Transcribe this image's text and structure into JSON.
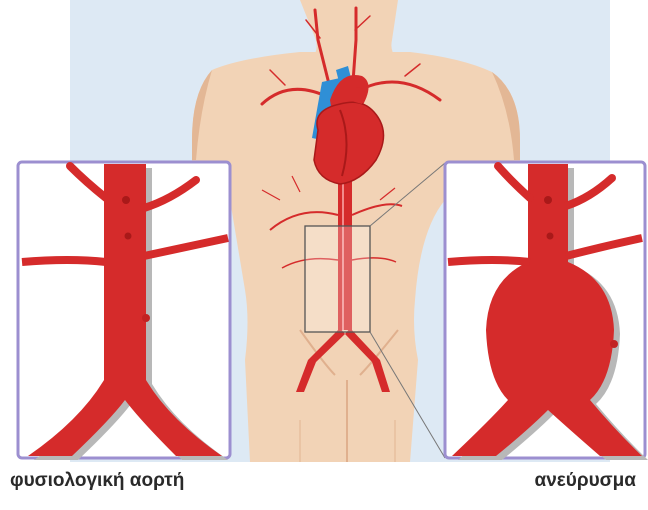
{
  "labels": {
    "normal_aorta": "φυσιολογική αορτή",
    "aneurysm": "ανεύρυσμα"
  },
  "colors": {
    "background_panel": "#dde9f4",
    "skin": "#f2d3b6",
    "skin_shadow": "#e3b795",
    "artery_red": "#d52b2b",
    "artery_dark": "#b61d1d",
    "vein_blue": "#2f8fd6",
    "inset_border": "#9c8fd0",
    "zoom_box": "#555555"
  },
  "icons": [
    "heart",
    "aorta",
    "blood-vessel"
  ]
}
